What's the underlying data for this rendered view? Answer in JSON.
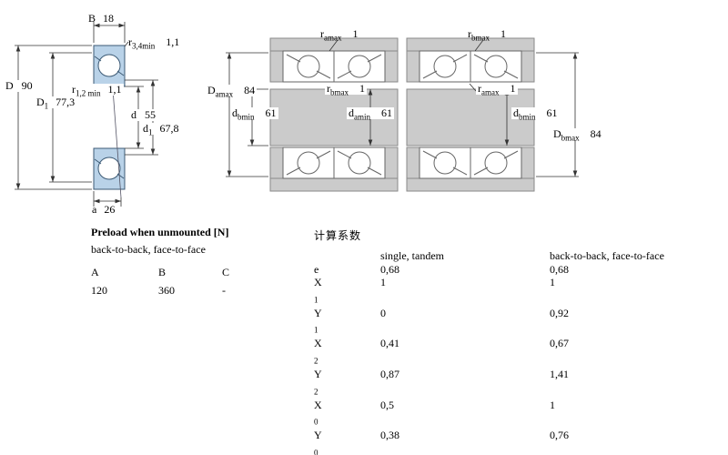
{
  "figure": {
    "left": {
      "B": {
        "label": "B",
        "value": "18"
      },
      "r34": {
        "label": "r",
        "sub": "3,4min",
        "value": "1,1"
      },
      "D": {
        "label": "D",
        "value": "90"
      },
      "r12": {
        "label": "r",
        "sub": "1,2 min",
        "value": "1,1"
      },
      "D1": {
        "label": "D",
        "sub": "1",
        "value": "77,3"
      },
      "d": {
        "label": "d",
        "value": "55"
      },
      "d1": {
        "label": "d",
        "sub": "1",
        "value": "67,8"
      },
      "a": {
        "label": "a",
        "value": "26"
      }
    },
    "middle": {
      "ramax": {
        "label": "r",
        "sub": "amax",
        "value": "1"
      },
      "Damax": {
        "label": "D",
        "sub": "amax",
        "value": "84"
      },
      "rbmax": {
        "label": "r",
        "sub": "bmax",
        "value": "1"
      },
      "dbmin": {
        "label": "d",
        "sub": "bmin",
        "value": "61"
      },
      "damin": {
        "label": "d",
        "sub": "amin",
        "value": "61"
      }
    },
    "right": {
      "rbmax": {
        "label": "r",
        "sub": "bmax",
        "value": "1"
      },
      "ramax": {
        "label": "r",
        "sub": "amax",
        "value": "1"
      },
      "dbmin": {
        "label": "d",
        "sub": "bmin",
        "value": "61"
      },
      "Dbmax": {
        "label": "D",
        "sub": "bmax",
        "value": "84"
      }
    }
  },
  "preload": {
    "title": "Preload when unmounted [N]",
    "subtitle": "back-to-back, face-to-face",
    "columns": [
      "A",
      "B",
      "C"
    ],
    "values": [
      "120",
      "360",
      "-"
    ]
  },
  "factors": {
    "title": "计算系数",
    "col1_header": "single, tandem",
    "col2_header": "back-to-back, face-to-face",
    "rows": [
      {
        "label": "e",
        "sub": "",
        "single": "0,68",
        "paired": "0,68"
      },
      {
        "label": "X",
        "sub": "1",
        "single": "1",
        "paired": "1"
      },
      {
        "label": "Y",
        "sub": "1",
        "single": "0",
        "paired": "0,92"
      },
      {
        "label": "X",
        "sub": "2",
        "single": "0,41",
        "paired": "0,67"
      },
      {
        "label": "Y",
        "sub": "2",
        "single": "0,87",
        "paired": "1,41"
      },
      {
        "label": "X",
        "sub": "0",
        "single": "0,5",
        "paired": "1"
      },
      {
        "label": "Y",
        "sub": "0",
        "single": "0,38",
        "paired": "0,76"
      }
    ]
  }
}
